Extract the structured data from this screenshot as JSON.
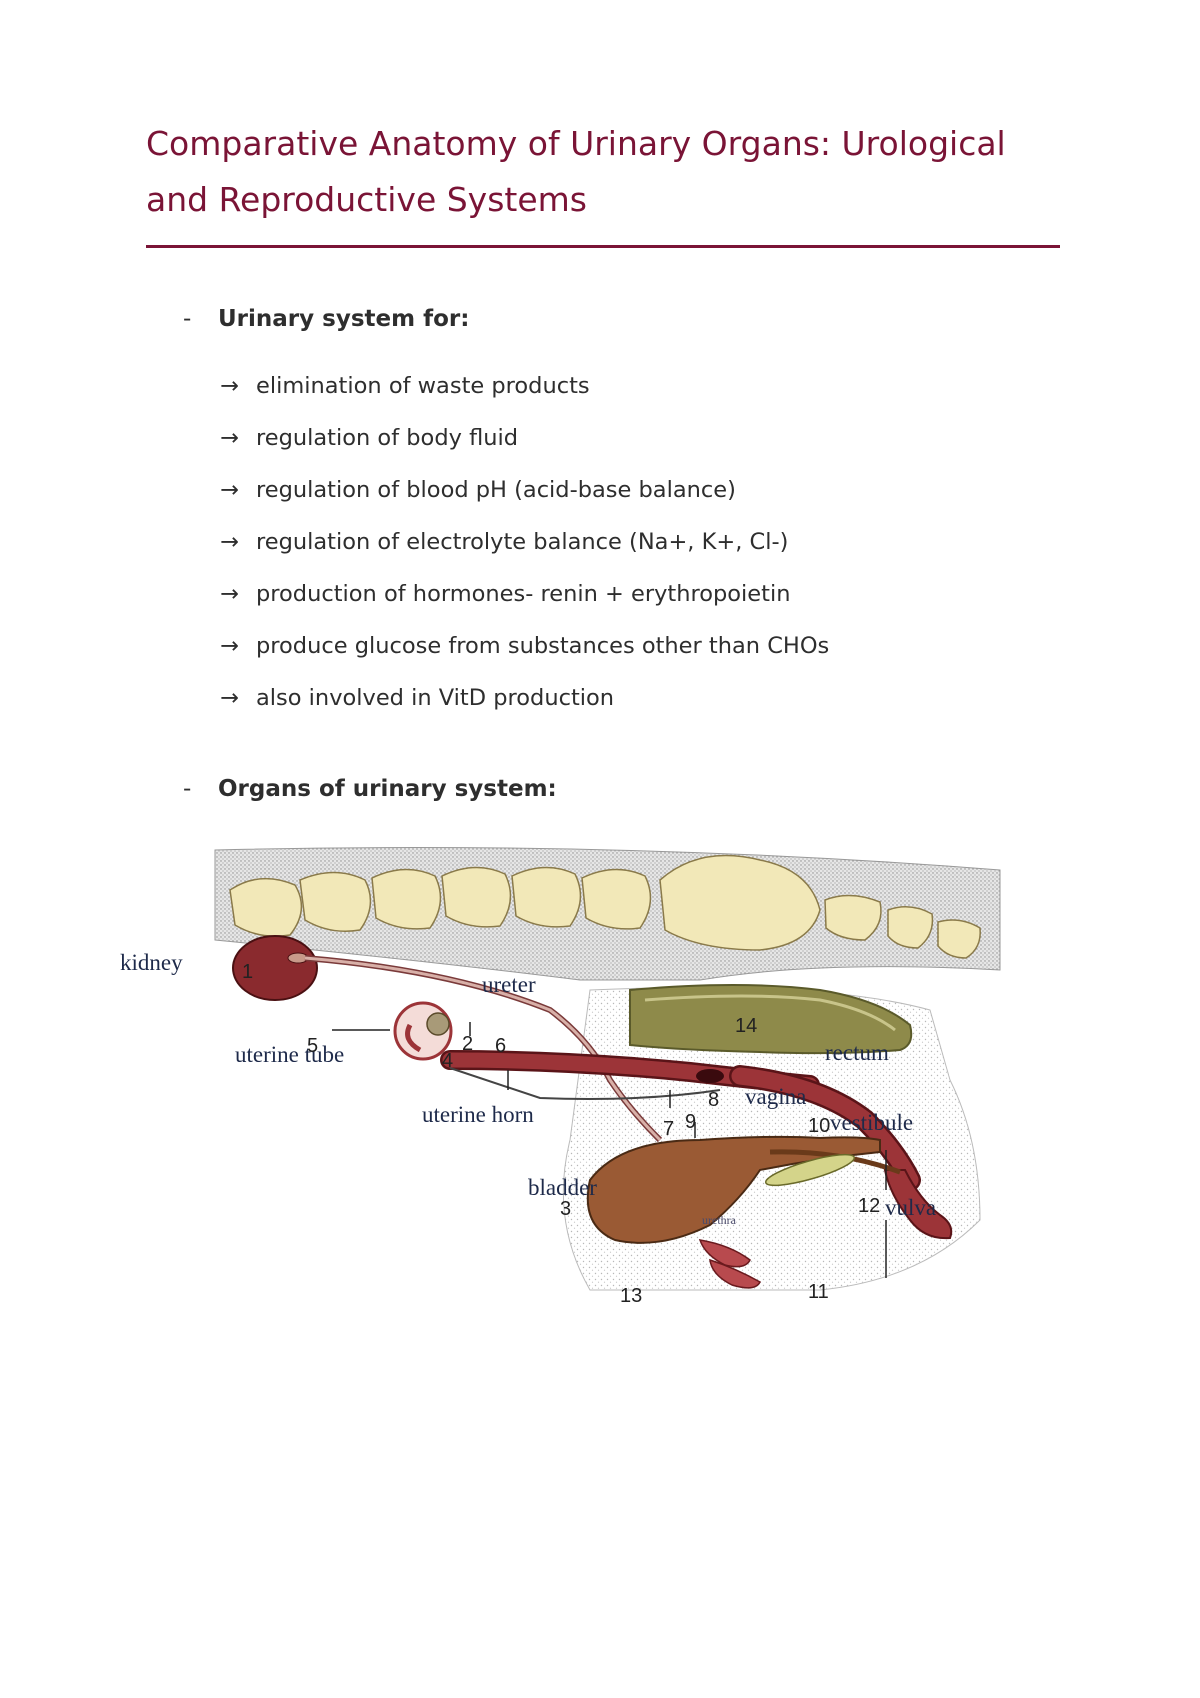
{
  "title": "Comparative Anatomy of Urinary Organs: Urological and Reproductive Systems",
  "sections": [
    {
      "marker": "-",
      "heading": "Urinary system for:",
      "arrow": "→",
      "items": [
        "elimination of waste products",
        "regulation of body fluid",
        "regulation of blood pH (acid-base balance)",
        "regulation of electrolyte balance (Na+, K+, Cl-)",
        "production of hormones- renin + erythropoietin",
        "produce glucose from substances other than CHOs",
        "also involved in VitD production"
      ]
    },
    {
      "marker": "-",
      "heading": "Organs of urinary system:"
    }
  ],
  "figure": {
    "labels": {
      "kidney": "kidney",
      "ureter": "ureter",
      "uterine_tube": "uterine tube",
      "uterine_horn": "uterine horn",
      "bladder": "bladder",
      "urethra": "urethra",
      "rectum": "rectum",
      "vagina": "vagina",
      "vestibule": "vestibule",
      "vulva": "vulva"
    },
    "numbers": [
      "1",
      "2",
      "3",
      "4",
      "5",
      "6",
      "7",
      "8",
      "9",
      "10",
      "11",
      "12",
      "13",
      "14"
    ],
    "colors": {
      "vertebra": "#f2e8b8",
      "kidney": "#8a2a2e",
      "reproductive_tract": "#9c3438",
      "bladder": "#9a5a34",
      "rectum": "#8e8a4a",
      "tissue_stipple": "#b8b8b8"
    }
  }
}
